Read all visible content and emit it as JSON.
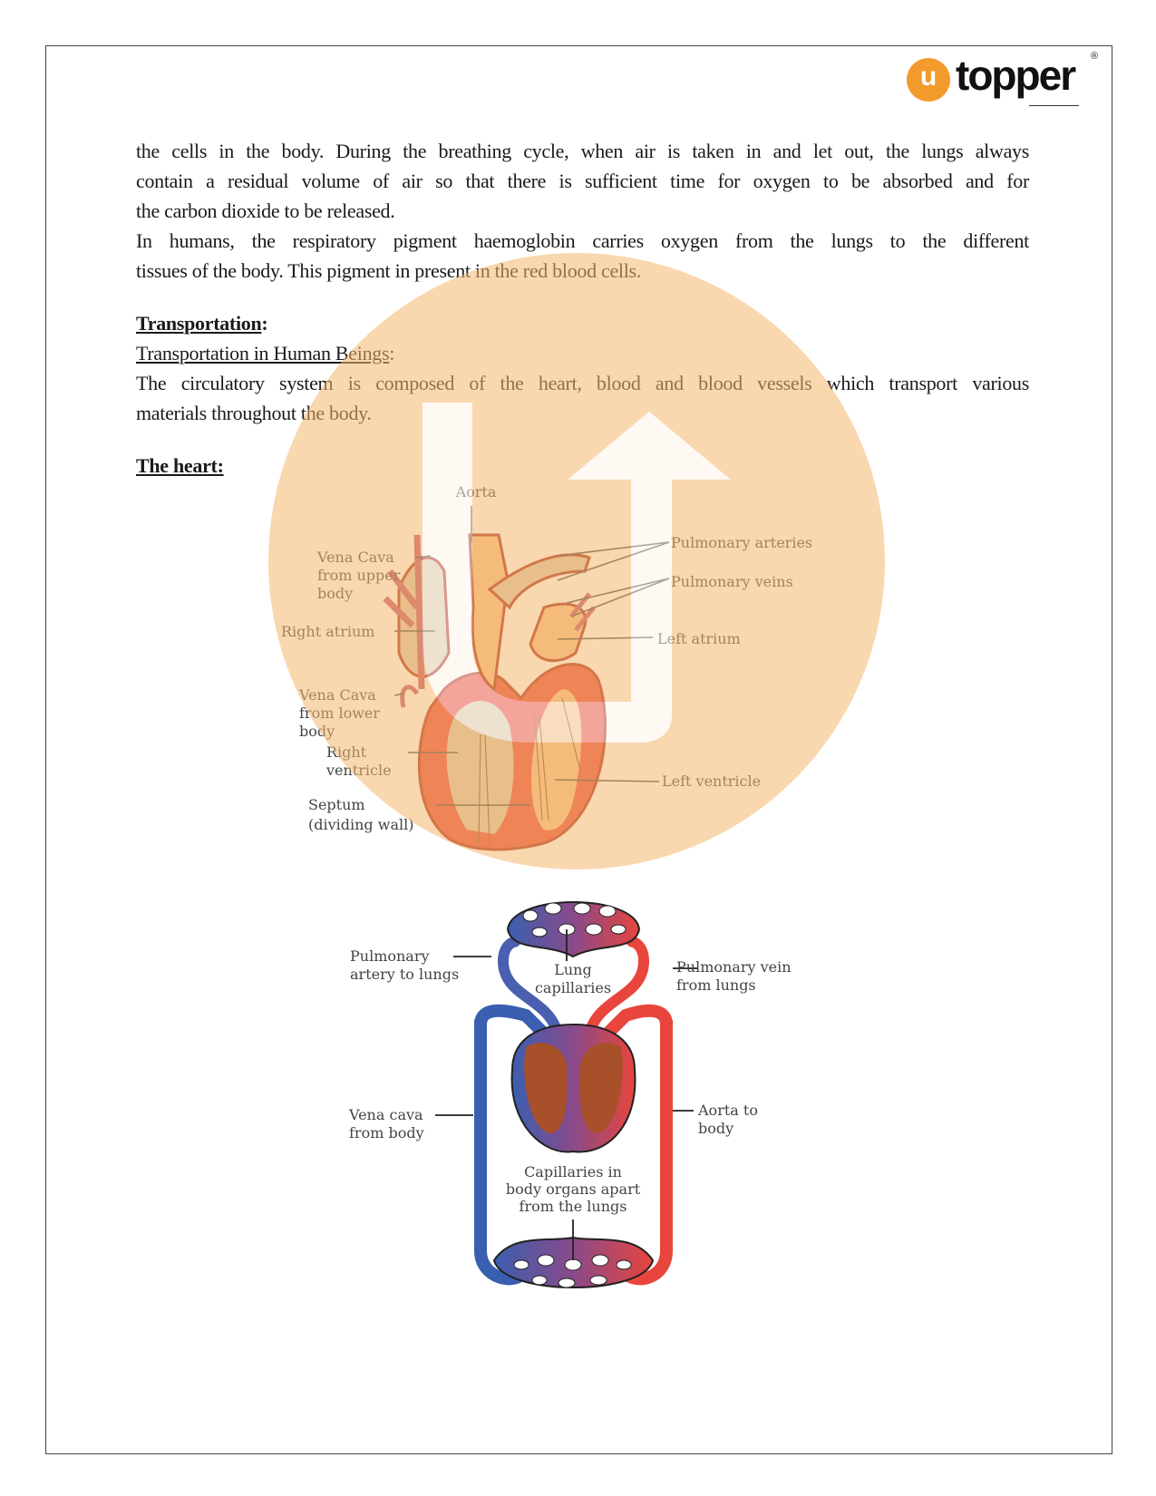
{
  "logo": {
    "mark": "u",
    "word": "topper",
    "registered": "®"
  },
  "body": {
    "para1": [
      "the cells in the body. During the breathing cycle, when air is taken in and let out, the lungs always",
      "contain a residual volume of air so that there is sufficient time for oxygen to be absorbed and for",
      "the carbon dioxide to be released."
    ],
    "para2": [
      "In humans, the respiratory pigment haemoglobin carries oxygen from the lungs to the different",
      "tissues of the body. This pigment in present in the red blood cells."
    ],
    "heading_transportation": "Transportation",
    "heading_colon": ":",
    "subheading": "Transportation in Human Beings",
    "subheading_colon": ":",
    "para3": [
      "The circulatory system is composed of the heart, blood and blood vessels which transport various",
      "materials throughout the body."
    ],
    "heading_heart": "The heart:"
  },
  "heart_diagram": {
    "aorta": "Aorta",
    "vena_cava_upper": [
      "Vena Cava",
      "from upper",
      "body"
    ],
    "right_atrium": "Right atrium",
    "vena_cava_lower": [
      "Vena Cava",
      "from lower",
      "body"
    ],
    "right_ventricle": [
      "Right",
      "ventricle"
    ],
    "septum": [
      "Septum",
      "(dividing wall)"
    ],
    "pulmonary_arteries": "Pulmonary arteries",
    "pulmonary_veins": "Pulmonary veins",
    "left_atrium": "Left atrium",
    "left_ventricle": "Left ventricle"
  },
  "circulation_diagram": {
    "pulmonary_artery": [
      "Pulmonary",
      "artery to lungs"
    ],
    "lung_capillaries": [
      "Lung",
      "capillaries"
    ],
    "pulmonary_vein": [
      "Pulmonary vein",
      "from lungs"
    ],
    "vena_cava": [
      "Vena cava",
      "from body"
    ],
    "aorta": [
      "Aorta to",
      "body"
    ],
    "body_capillaries": [
      "Capillaries in",
      "body organs apart",
      "from the lungs"
    ]
  },
  "colors": {
    "brand_orange": "#f39a2c",
    "oxygenated": "#e8453c",
    "deoxygenated": "#3a5fb0"
  }
}
